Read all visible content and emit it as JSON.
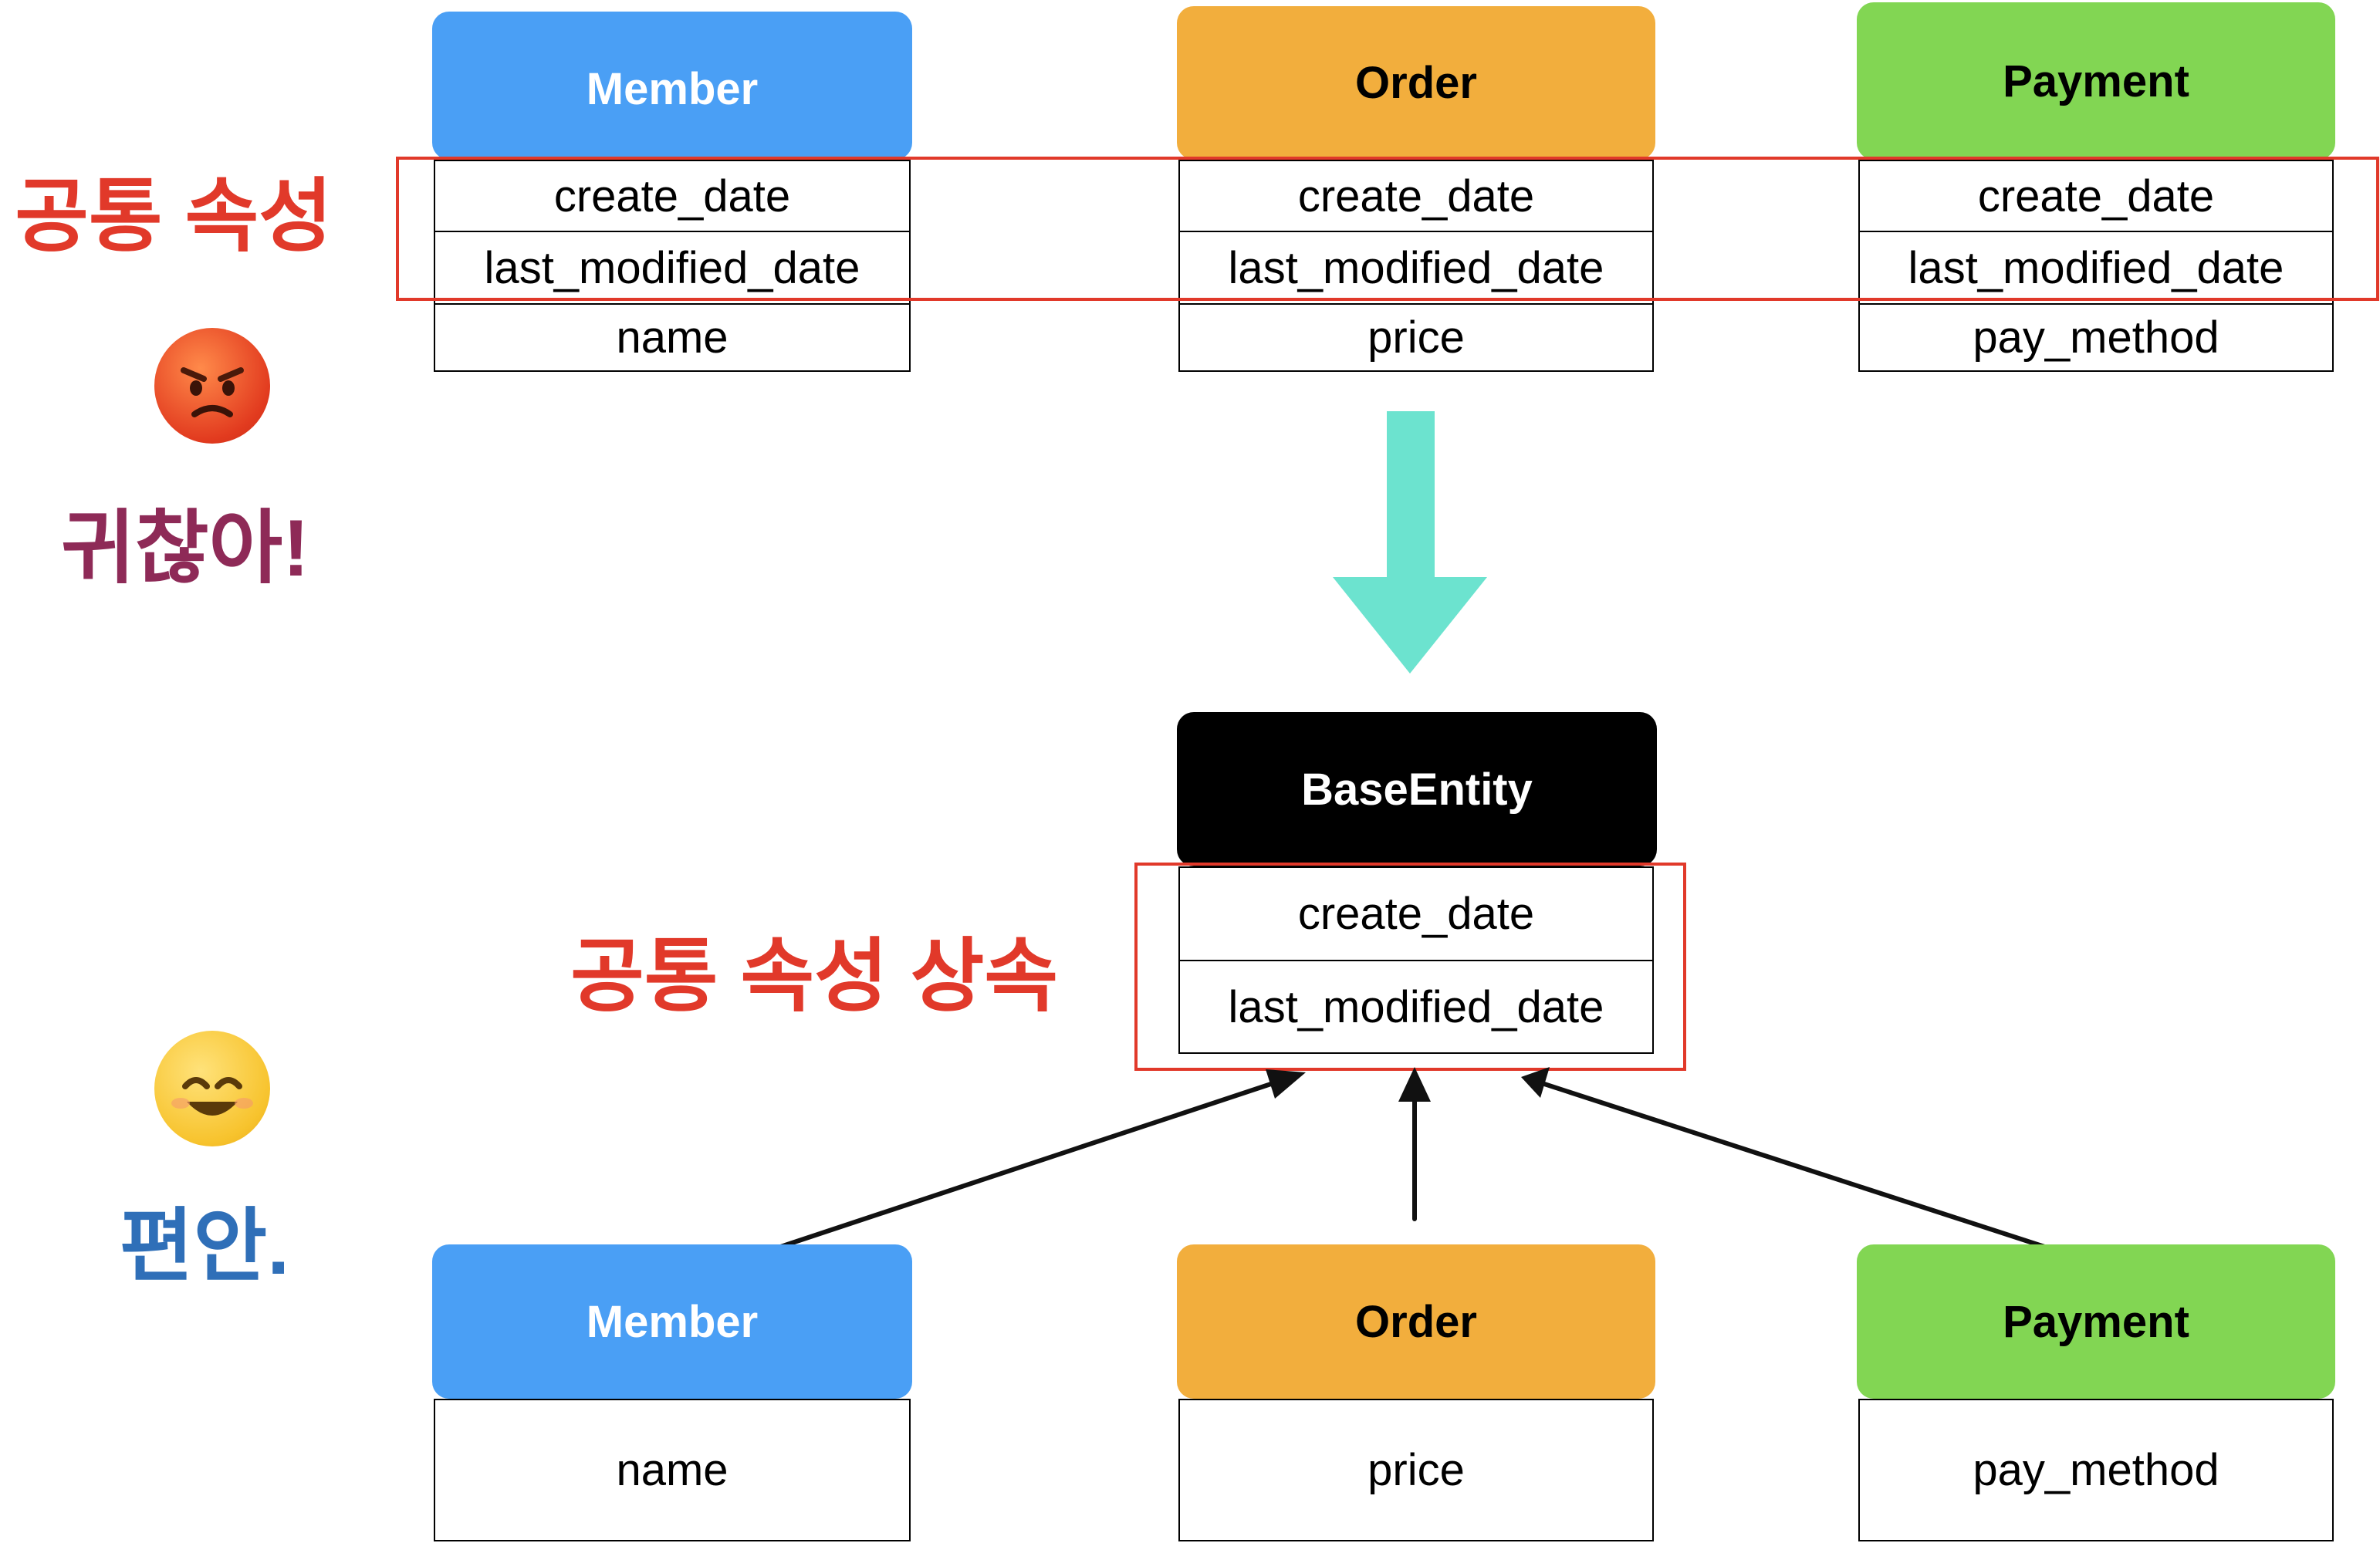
{
  "colors": {
    "member": "#4a9ff5",
    "order": "#f2ae3d",
    "payment": "#82d653",
    "base": "#000000",
    "highlight": "#e1392a",
    "arrow": "#6ce3cf"
  },
  "labels": {
    "common_attrs": "공통 속성",
    "annoying": "귀찮아!",
    "comfortable": "편안.",
    "inherit_common": "공통 속성 상속"
  },
  "emojis": {
    "angry": "angry-face-icon",
    "happy": "smiling-face-icon"
  },
  "top": {
    "member": {
      "title": "Member",
      "fields": [
        "create_date",
        "last_modified_date",
        "name"
      ]
    },
    "order": {
      "title": "Order",
      "fields": [
        "create_date",
        "last_modified_date",
        "price"
      ]
    },
    "payment": {
      "title": "Payment",
      "fields": [
        "create_date",
        "last_modified_date",
        "pay_method"
      ]
    }
  },
  "base": {
    "title": "BaseEntity",
    "fields": [
      "create_date",
      "last_modified_date"
    ]
  },
  "bottom": {
    "member": {
      "title": "Member",
      "fields": [
        "name"
      ]
    },
    "order": {
      "title": "Order",
      "fields": [
        "price"
      ]
    },
    "payment": {
      "title": "Payment",
      "fields": [
        "pay_method"
      ]
    }
  }
}
